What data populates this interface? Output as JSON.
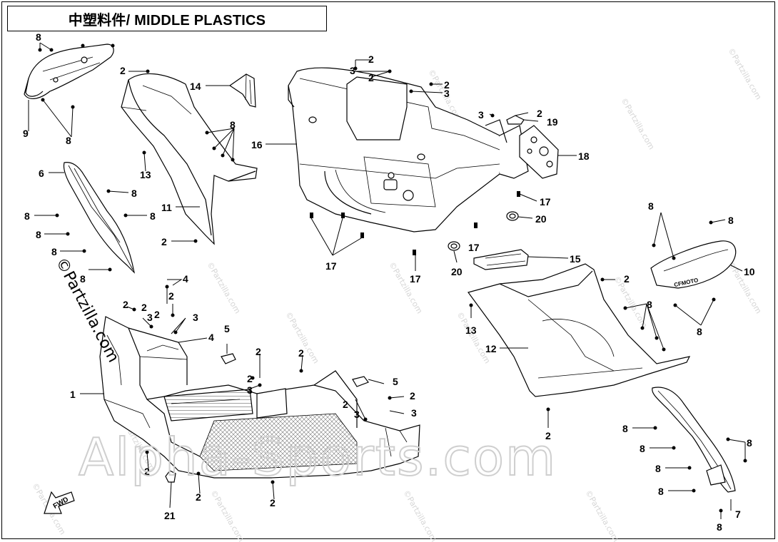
{
  "title": "中塑料件/ MIDDLE PLASTICS",
  "watermark_main": "Alpha-Sports.com",
  "watermark_side": "©Partzilla.com",
  "watermark_tile": "©Partzilla.com",
  "fwd_label": "FWD",
  "callouts": [
    "1",
    "2",
    "3",
    "4",
    "5",
    "6",
    "7",
    "8",
    "9",
    "10",
    "11",
    "12",
    "13",
    "14",
    "15",
    "16",
    "17",
    "18",
    "19",
    "20",
    "21"
  ]
}
